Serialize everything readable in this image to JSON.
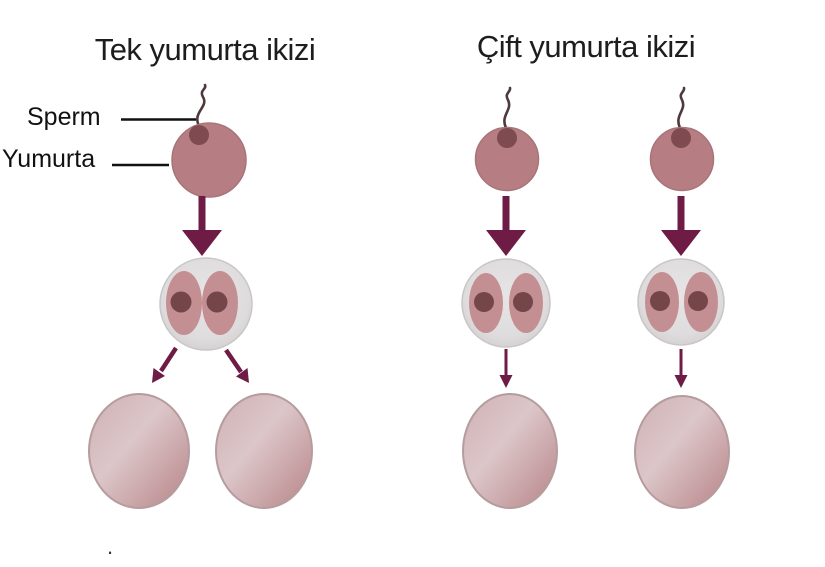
{
  "panels": [
    {
      "id": "identical",
      "title": "Tek yumurta ikizi"
    },
    {
      "id": "fraternal",
      "title": "Çift yumurta ikizi"
    }
  ],
  "labels": {
    "sperm": "Sperm",
    "egg": "Yumurta"
  },
  "footnote": {
    "dot": "."
  },
  "icons": [
    "sperm-icon",
    "egg-cell-icon",
    "fertilized-egg-icon",
    "two-cell-stage-icon",
    "embryo-icon",
    "down-arrow-icon",
    "split-arrow-icon"
  ],
  "colors": {
    "background": "#ffffff",
    "title_text": "#1d1d1d",
    "label_text": "#111111",
    "pointer_line": "#111111",
    "egg_fill": "#b67e82",
    "egg_stroke": "#a87479",
    "sperm_head": "#7d4b50",
    "sperm_tail": "#4e393c",
    "arrow": "#6e1b46",
    "cell_outer_stroke": "#c9c6c7",
    "cell_inner_fill": "#c48f92",
    "nucleus_fill": "#74464a",
    "embryo_light": "#dcc6c9",
    "embryo_mid": "#cfb0b4",
    "embryo_dark": "#b78487",
    "embryo_stroke": "#b59c9e",
    "dot": "#3b3b3b"
  }
}
